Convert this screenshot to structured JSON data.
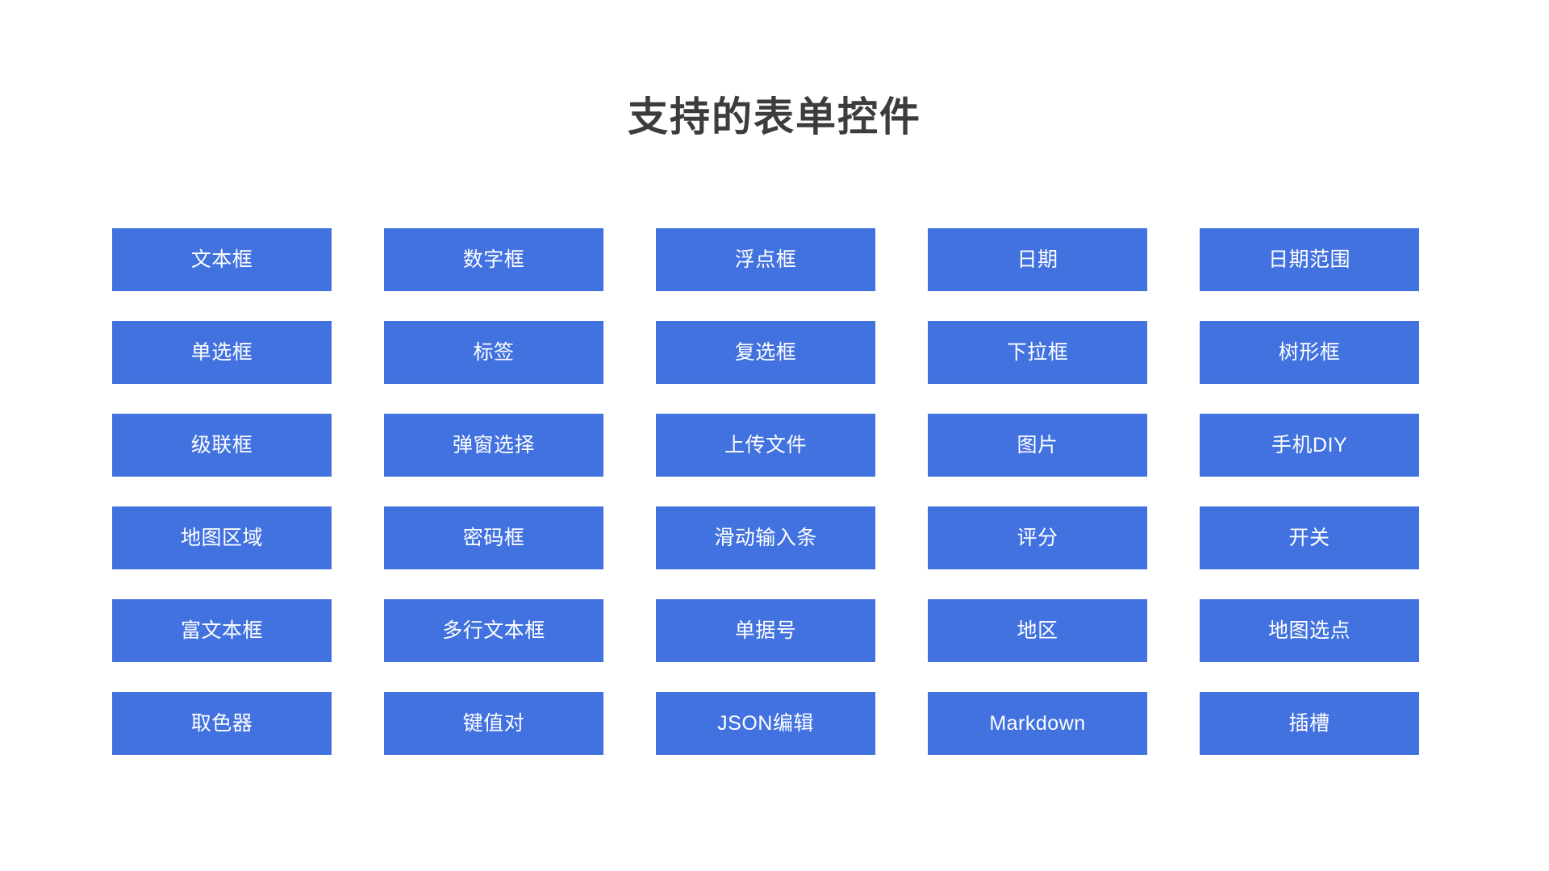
{
  "page": {
    "title": "支持的表单控件",
    "background_color": "#ffffff",
    "title_color": "#3c3c3c",
    "accent_color": "#4272DF",
    "chip_text_color": "#ffffff"
  },
  "grid": {
    "columns": 5,
    "rows": 6,
    "items": [
      {
        "label": "文本框"
      },
      {
        "label": "数字框"
      },
      {
        "label": "浮点框"
      },
      {
        "label": "日期"
      },
      {
        "label": "日期范围"
      },
      {
        "label": "单选框"
      },
      {
        "label": "标签"
      },
      {
        "label": "复选框"
      },
      {
        "label": "下拉框"
      },
      {
        "label": "树形框"
      },
      {
        "label": "级联框"
      },
      {
        "label": "弹窗选择"
      },
      {
        "label": "上传文件"
      },
      {
        "label": "图片"
      },
      {
        "label": "手机DIY"
      },
      {
        "label": "地图区域"
      },
      {
        "label": "密码框"
      },
      {
        "label": "滑动输入条"
      },
      {
        "label": "评分"
      },
      {
        "label": "开关"
      },
      {
        "label": "富文本框"
      },
      {
        "label": "多行文本框"
      },
      {
        "label": "单据号"
      },
      {
        "label": "地区"
      },
      {
        "label": "地图选点"
      },
      {
        "label": "取色器"
      },
      {
        "label": "键值对"
      },
      {
        "label": "JSON编辑"
      },
      {
        "label": "Markdown"
      },
      {
        "label": "插槽"
      }
    ]
  }
}
